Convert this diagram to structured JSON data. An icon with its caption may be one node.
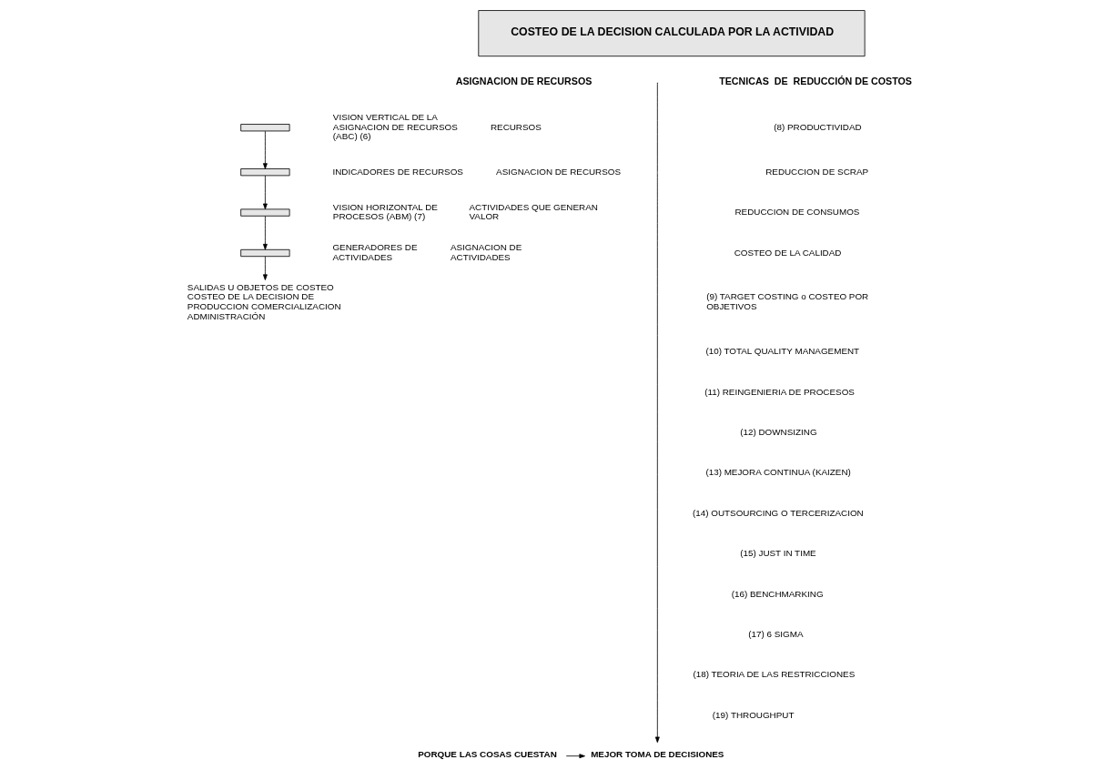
{
  "diagram": {
    "nodes": [
      {
        "text": [
          "COSTEO DE LA DECISION CALCULADA POR LA ACTIVIDAD"
        ]
      },
      {
        "text": [],
        "shape": "box",
        "beside": [
          "RECURSOS",
          "VISION VERTICAL DE LA ASIGNACION DE RECURSOS (ABC) (6)"
        ]
      },
      {
        "text": [],
        "shape": "box",
        "beside": [
          "ASIGNACION DE RECURSOS",
          "INDICADORES DE RECURSOS"
        ]
      },
      {
        "text": [],
        "shape": "box",
        "beside": [
          "ACTIVIDADES QUE GENERAN VALOR",
          "VISION HORIZONTAL DE PROCESOS (ABM) (7)"
        ]
      },
      {
        "text": [],
        "shape": "box",
        "beside": [
          "ASIGNACION DE ACTIVIDADES",
          "GENERADORES DE ACTIVIDADES"
        ]
      },
      {
        "text": [
          "SALIDAS U OBJETOS DE COSTEO COSTEO DE LA DECISION DE PRODUCCION COMERCIALIZACION ADMINISTRACIÓN"
        ]
      },
      {
        "text": [
          "PORQUE LAS COSAS CUESTAN"
        ]
      },
      {
        "text": [
          "MEJOR TOMA DE DECISIONES"
        ]
      }
    ],
    "edges": [
      {
        "from": 1,
        "to": 2,
        "arrow": "to"
      },
      {
        "from": 2,
        "to": 3,
        "arrow": "to"
      },
      {
        "from": 3,
        "to": 4,
        "arrow": "to"
      },
      {
        "from": 4,
        "to": 5,
        "arrow": "to"
      },
      {
        "from": 6,
        "to": 7,
        "arrow": "to"
      },
      {
        "from": null,
        "to": 7,
        "arrow": "to"
      }
    ],
    "labels": [
      "ASIGNACION DE RECURSOS",
      "TECNICAS  DE  REDUCCIÓN DE COSTOS",
      "(8) PRODUCTIVIDAD",
      "REDUCCION DE SCRAP",
      "REDUCCION DE CONSUMOS",
      "COSTEO DE LA CALIDAD",
      "(9) TARGET COSTING o COSTEO POR OBJETIVOS",
      "(10) TOTAL QUALITY MANAGEMENT",
      "(11) REINGENIERIA DE PROCESOS",
      "(12) DOWNSIZING",
      "(13) MEJORA CONTINUA (KAIZEN)",
      "(14) OUTSOURCING O TERCERIZACION",
      "(15) JUST IN TIME",
      "(16) BENCHMARKING",
      "(17) 6 SIGMA",
      "(18) TEORIA DE LAS RESTRICCIONES",
      "(19) THROUGHPUT"
    ]
  }
}
